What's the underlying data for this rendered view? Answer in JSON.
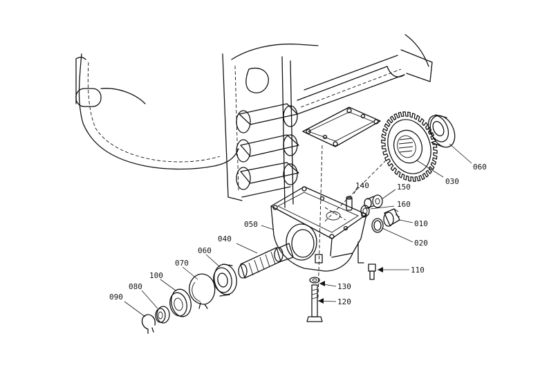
{
  "diagram": {
    "parts": [
      {
        "id": "010"
      },
      {
        "id": "020"
      },
      {
        "id": "030"
      },
      {
        "id": "040"
      },
      {
        "id": "050"
      },
      {
        "id": "060"
      },
      {
        "id": "060"
      },
      {
        "id": "070"
      },
      {
        "id": "080"
      },
      {
        "id": "090"
      },
      {
        "id": "100"
      },
      {
        "id": "110"
      },
      {
        "id": "120"
      },
      {
        "id": "130"
      },
      {
        "id": "140"
      },
      {
        "id": "150"
      },
      {
        "id": "160"
      }
    ]
  }
}
